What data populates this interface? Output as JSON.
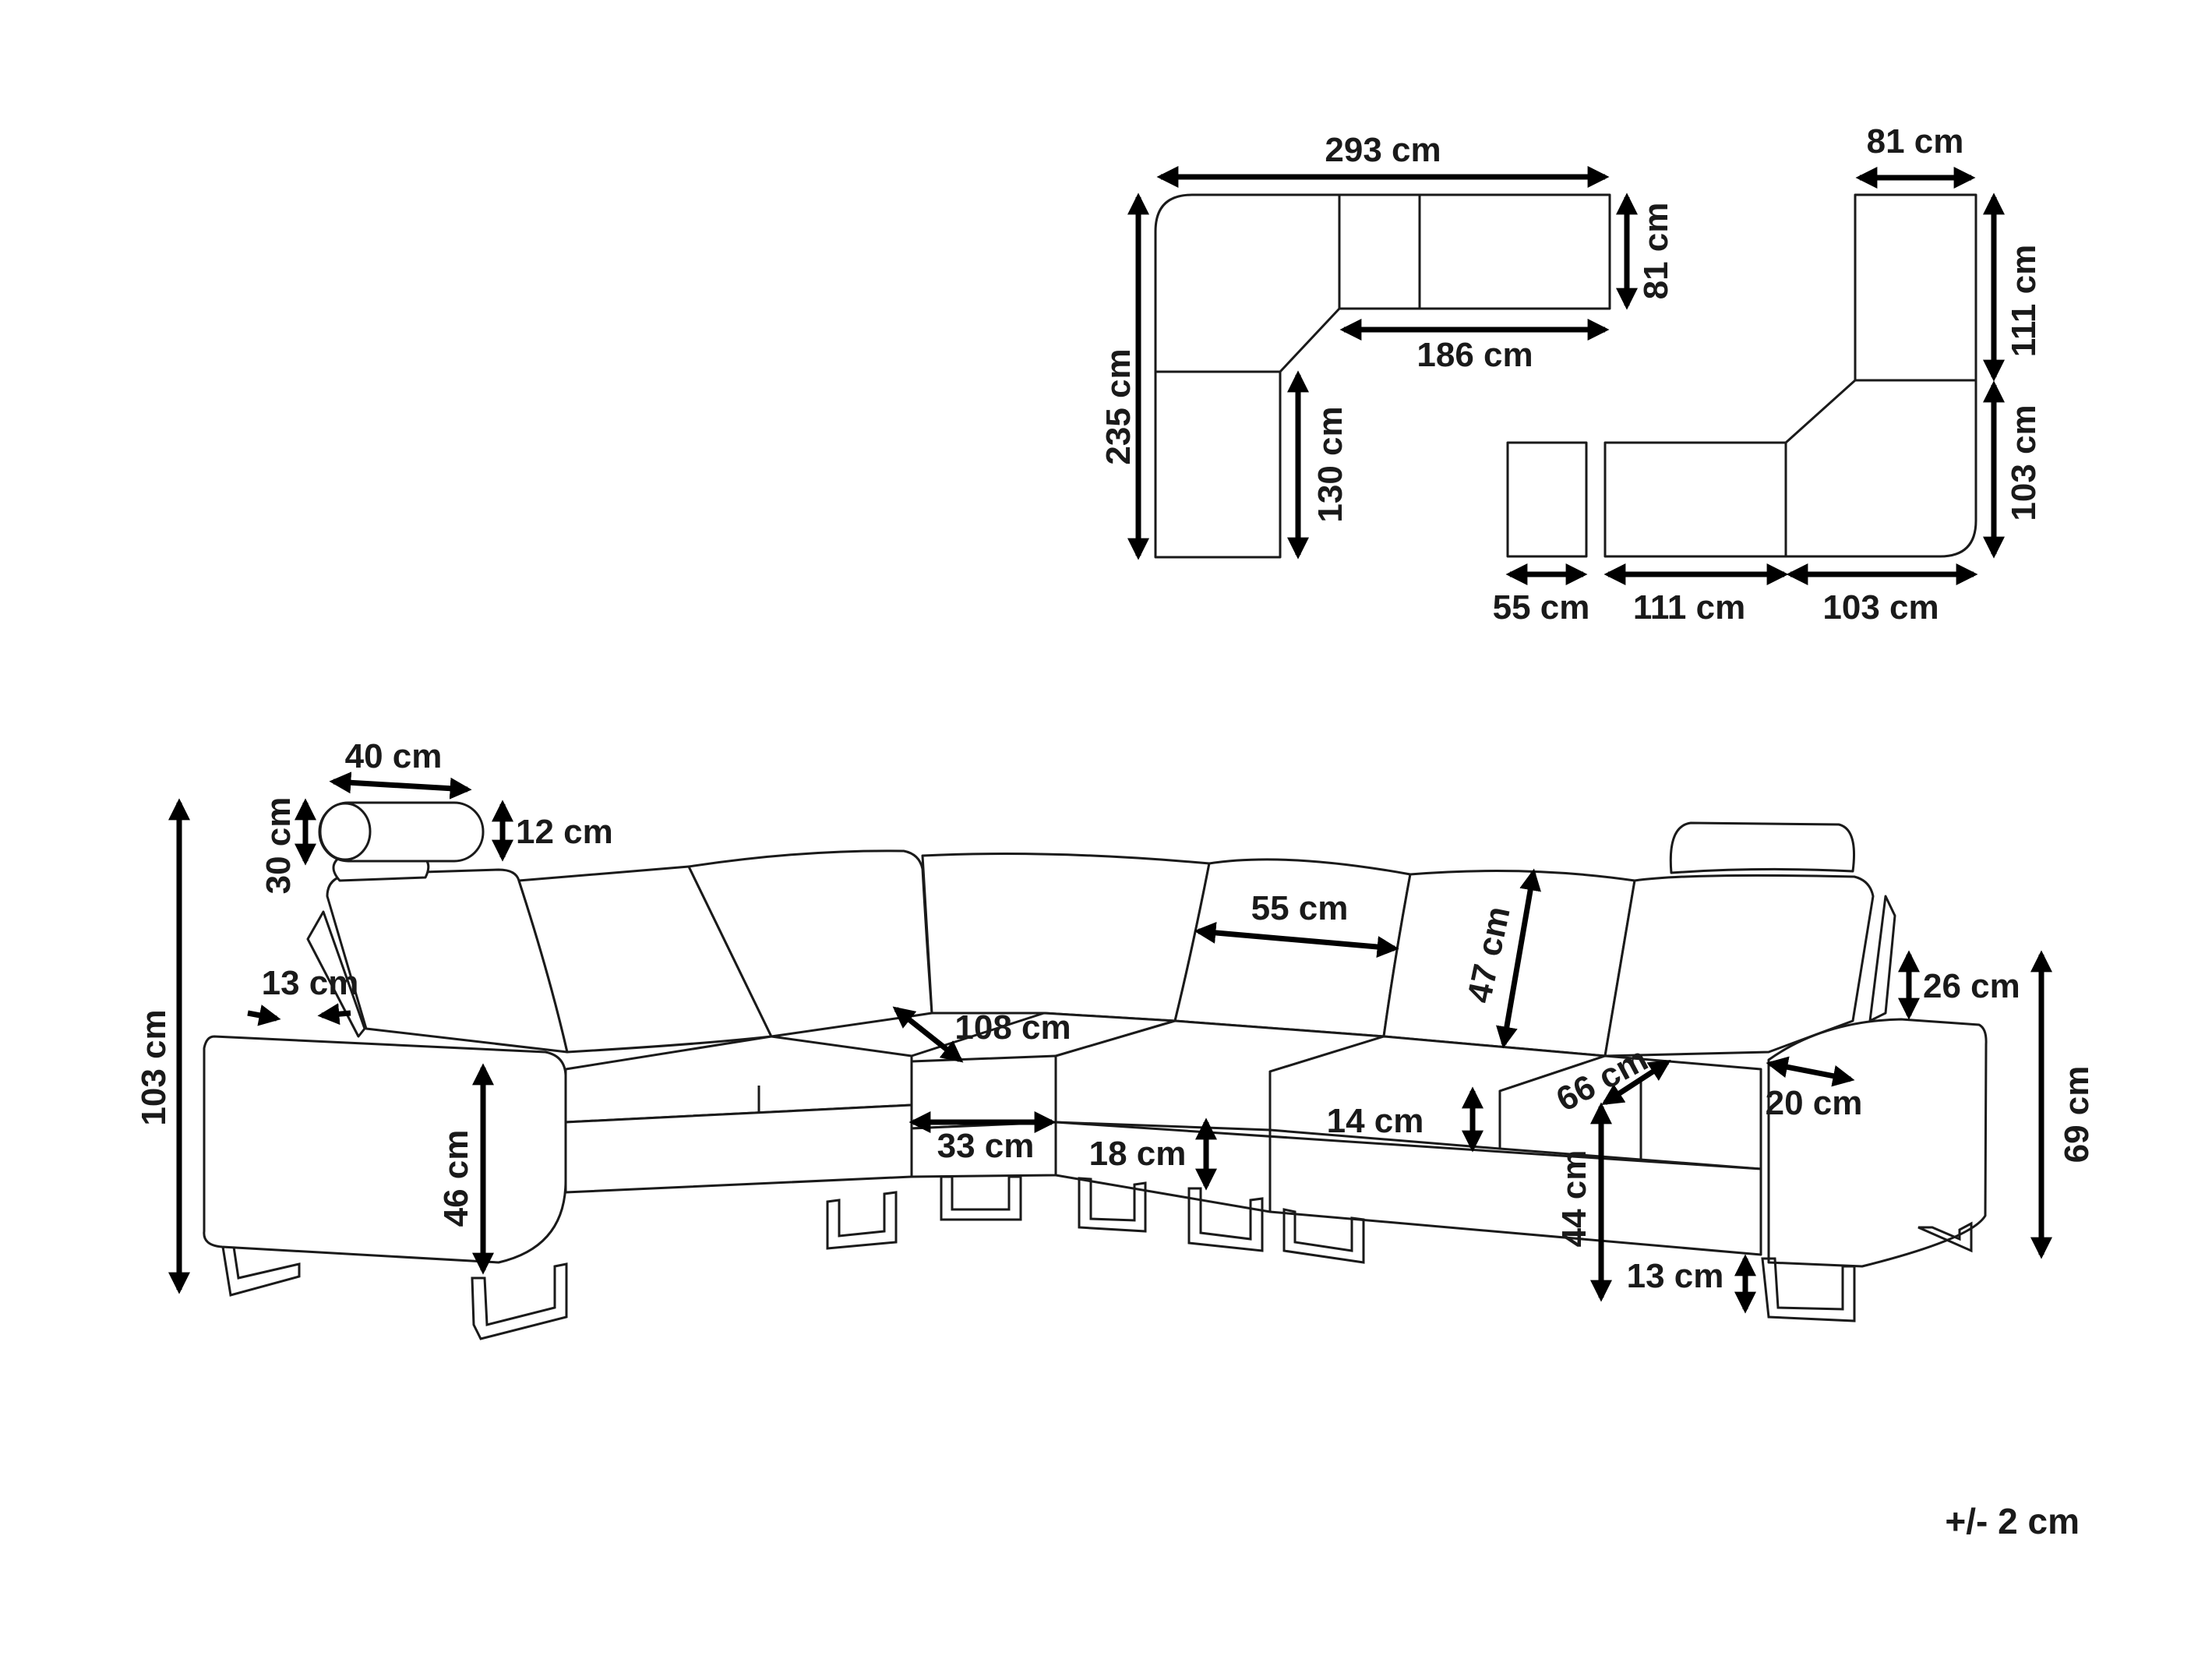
{
  "diagram": {
    "top_view_a": {
      "total_width": "293 cm",
      "arm_depth": "81 cm",
      "inner_length": "186 cm",
      "total_depth": "235 cm",
      "chaise_length": "130 cm"
    },
    "top_view_b": {
      "arm_width": "81 cm",
      "upper_length": "111 cm",
      "lower_length": "103 cm",
      "ottoman_width": "55 cm",
      "middle_length": "111 cm",
      "corner_length": "103 cm"
    },
    "side_view": {
      "headrest_width": "40 cm",
      "headrest_height": "30 cm",
      "headrest_adjust": "12 cm",
      "total_height": "103 cm",
      "arm_width": "13 cm",
      "arm_height": "46 cm",
      "corner_diagonal": "108 cm",
      "seat_depth_corner": "33 cm",
      "seat_thickness": "18 cm",
      "backrest_width": "55 cm",
      "backrest_height": "47 cm",
      "cushion_height": "14 cm",
      "seat_depth": "66 cm",
      "seat_height": "44 cm",
      "leg_height": "13 cm",
      "armrest_width": "20 cm",
      "armrest_top": "26 cm",
      "arm_total_height": "69 cm"
    },
    "tolerance": "+/- 2 cm"
  },
  "colors": {
    "line": "#1a1a1a",
    "arrow": "#000000",
    "background": "#ffffff"
  }
}
